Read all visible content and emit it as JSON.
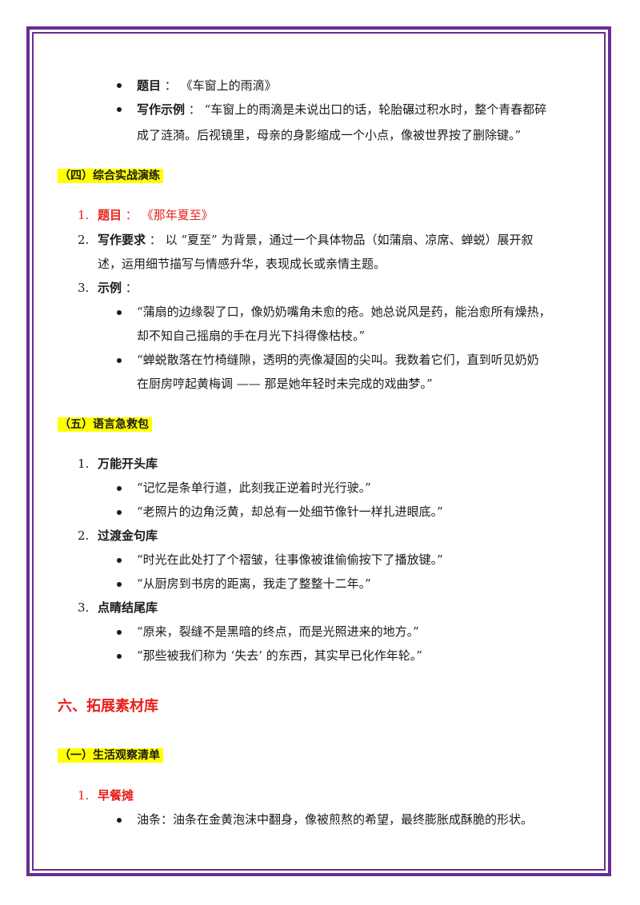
{
  "block1": {
    "b1_label": "题目",
    "b1_sep": "：",
    "b1_text": "《车窗上的雨滴》",
    "b2_label": "写作示例",
    "b2_sep": "：",
    "b2_line1": "“车窗上的雨滴是未说出口的话，轮胎碾过积水时，整个青春都碎",
    "b2_line2": "成了涟漪。后视镜里，母亲的身影缩成一个小点，像被世界按了删除键。”"
  },
  "section4": {
    "heading": "（四）综合实战演练",
    "items": [
      {
        "num": "1.",
        "label": "题目",
        "sep": "：",
        "text": "《那年夏至》"
      },
      {
        "num": "2.",
        "label": "写作要求",
        "sep": "：",
        "line1": "以 “夏至” 为背景，通过一个具体物品（如蒲扇、凉席、蝉蜕）展开叙",
        "line2": "述，运用细节描写与情感升华，表现成长或亲情主题。"
      },
      {
        "num": "3.",
        "label": "示例",
        "sep": "："
      }
    ],
    "examples": [
      {
        "line1": "“蒲扇的边缘裂了口，像奶奶嘴角未愈的疮。她总说风是药，能治愈所有燥热，",
        "line2": "却不知自己摇扇的手在月光下抖得像枯枝。”"
      },
      {
        "line1": "“蝉蜕散落在竹椅缝隙，透明的壳像凝固的尖叫。我数着它们，直到听见奶奶",
        "line2": "在厨房哼起黄梅调 —— 那是她年轻时未完成的戏曲梦。”"
      }
    ]
  },
  "section5": {
    "heading": "（五）语言急救包",
    "groups": [
      {
        "num": "1.",
        "title": "万能开头库",
        "items": [
          "“记忆是条单行道，此刻我正逆着时光行驶。”",
          "“老照片的边角泛黄，却总有一处细节像针一样扎进眼底。”"
        ]
      },
      {
        "num": "2.",
        "title": "过渡金句库",
        "items": [
          "“时光在此处打了个褶皱，往事像被谁偷偷按下了播放键。”",
          "“从厨房到书房的距离，我走了整整十二年。”"
        ]
      },
      {
        "num": "3.",
        "title": "点睛结尾库",
        "items": [
          "“原来，裂缝不是黑暗的终点，而是光照进来的地方。”",
          "“那些被我们称为 ‘失去’ 的东西，其实早已化作年轮。”"
        ]
      }
    ]
  },
  "section6": {
    "heading": "六、拓展素材库",
    "sub_heading": "（一）生活观察清单",
    "item_num": "1.",
    "item_title": "早餐摊",
    "bullet": "油条：油条在金黄泡沫中翻身，像被煎熬的希望，最终膨胀成酥脆的形状。"
  },
  "colors": {
    "frame": "#6a2c91",
    "highlight": "#ffff00",
    "accent_red": "#e8201b"
  }
}
